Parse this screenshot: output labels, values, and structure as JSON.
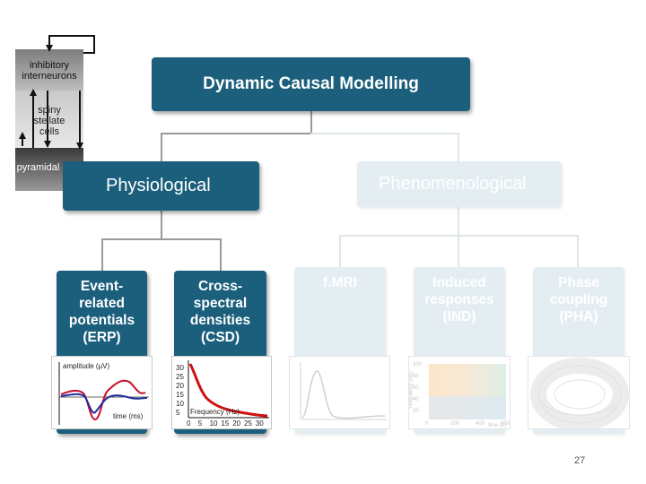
{
  "diagram": {
    "title": "Dynamic Causal Modelling",
    "categories": {
      "physiological": "Physiological",
      "phenomenological": "Phenomenological"
    },
    "leaves": {
      "erp": "Event-related potentials (ERP)",
      "csd": "Cross-spectral densities (CSD)",
      "fmri": "f.MRI",
      "ind": "Induced responses (IND)",
      "pha": "Phase coupling (PHA)"
    }
  },
  "neuron_model": {
    "inhibitory": "inhibitory interneurons",
    "spiny": "spiny stellate cells",
    "pyramidal": "pyramidal cells"
  },
  "erp_plot": {
    "ylabel": "amplitude (μV)",
    "xlabel": "time (ms)"
  },
  "csd_plot": {
    "xlabel": "Frequency (Hz)",
    "yticks": [
      "30",
      "25",
      "20",
      "15",
      "10",
      "5"
    ],
    "xticks": [
      "0",
      "5",
      "10",
      "15",
      "20",
      "25",
      "30"
    ]
  },
  "ind_plot": {
    "yticks": [
      "100",
      "80",
      "60",
      "40",
      "20"
    ],
    "xticks": [
      "0",
      "200",
      "400",
      "600"
    ],
    "xlabel": "time (s)",
    "ylabel": "Frequency (Hz)"
  },
  "page_number": "27",
  "colors": {
    "dark_box": "#1b5f7c",
    "pale_box": "#e4eef2",
    "erp_red": "#c8102e",
    "erp_blue": "#1f2f9e"
  }
}
